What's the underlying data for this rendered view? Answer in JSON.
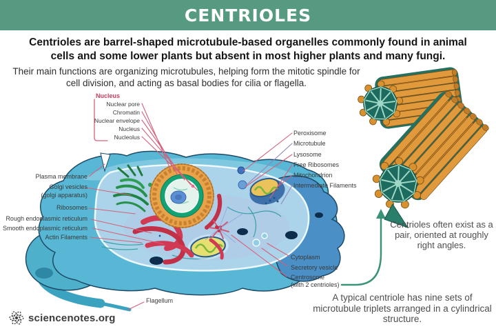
{
  "header": {
    "title": "CENTRIOLES"
  },
  "intro": {
    "lead": "Centrioles are barrel-shaped microtubule-based organelles commonly found in animal cells and some lower plants but absent in most higher plants and many fungi.",
    "sub": "Their main functions are organizing microtubules, helping form the mitotic spindle for cell division, and acting as basal bodies for cilia or flagella."
  },
  "cell_diagram": {
    "nucleus_group": {
      "title": "Nucleus",
      "labels": [
        "Nuclear pore",
        "Chromatin",
        "Nuclear envelope",
        "Nucleus",
        "Nucleolus"
      ]
    },
    "left_labels": [
      "Plasma membrane",
      "Golgi vesicles",
      "(golgi apparatus)",
      "Ribosomes",
      "Rough endoplasmic reticulum",
      "Smooth endoplasmic reticulum",
      "Actin Filaments"
    ],
    "right_labels": [
      "Peroxisome",
      "Microtubule",
      "Lysosome",
      "Free Ribosomes",
      "Mitochondrion",
      "Intermediate Filaments"
    ],
    "bottom_labels": [
      "Cytoplasm",
      "Secretory vesicle",
      "Centrosome",
      "(with 2 centrioles)"
    ],
    "flagellum_label": "Flagellum"
  },
  "notes": {
    "pair": "Centrioles often exist as a pair, oriented at roughly right angles.",
    "structure": "A typical centriole has nine sets of microtubule triplets arranged in a cylindrical structure."
  },
  "footer": {
    "site": "sciencenotes.org",
    "icon": "atom-icon"
  },
  "colors": {
    "header_green": "#569b81",
    "leader_red": "#d4607a",
    "leader_purple": "#8f86b8",
    "nucleus_label_red": "#c9405e",
    "arrow_green": "#3a9379",
    "cell_blue": "#58b7d4",
    "cell_dark_lobe_blue": "#4a8fc6",
    "centriole_orange": "#e09a3c",
    "cartwheel_teal": "#1d6b5e"
  }
}
